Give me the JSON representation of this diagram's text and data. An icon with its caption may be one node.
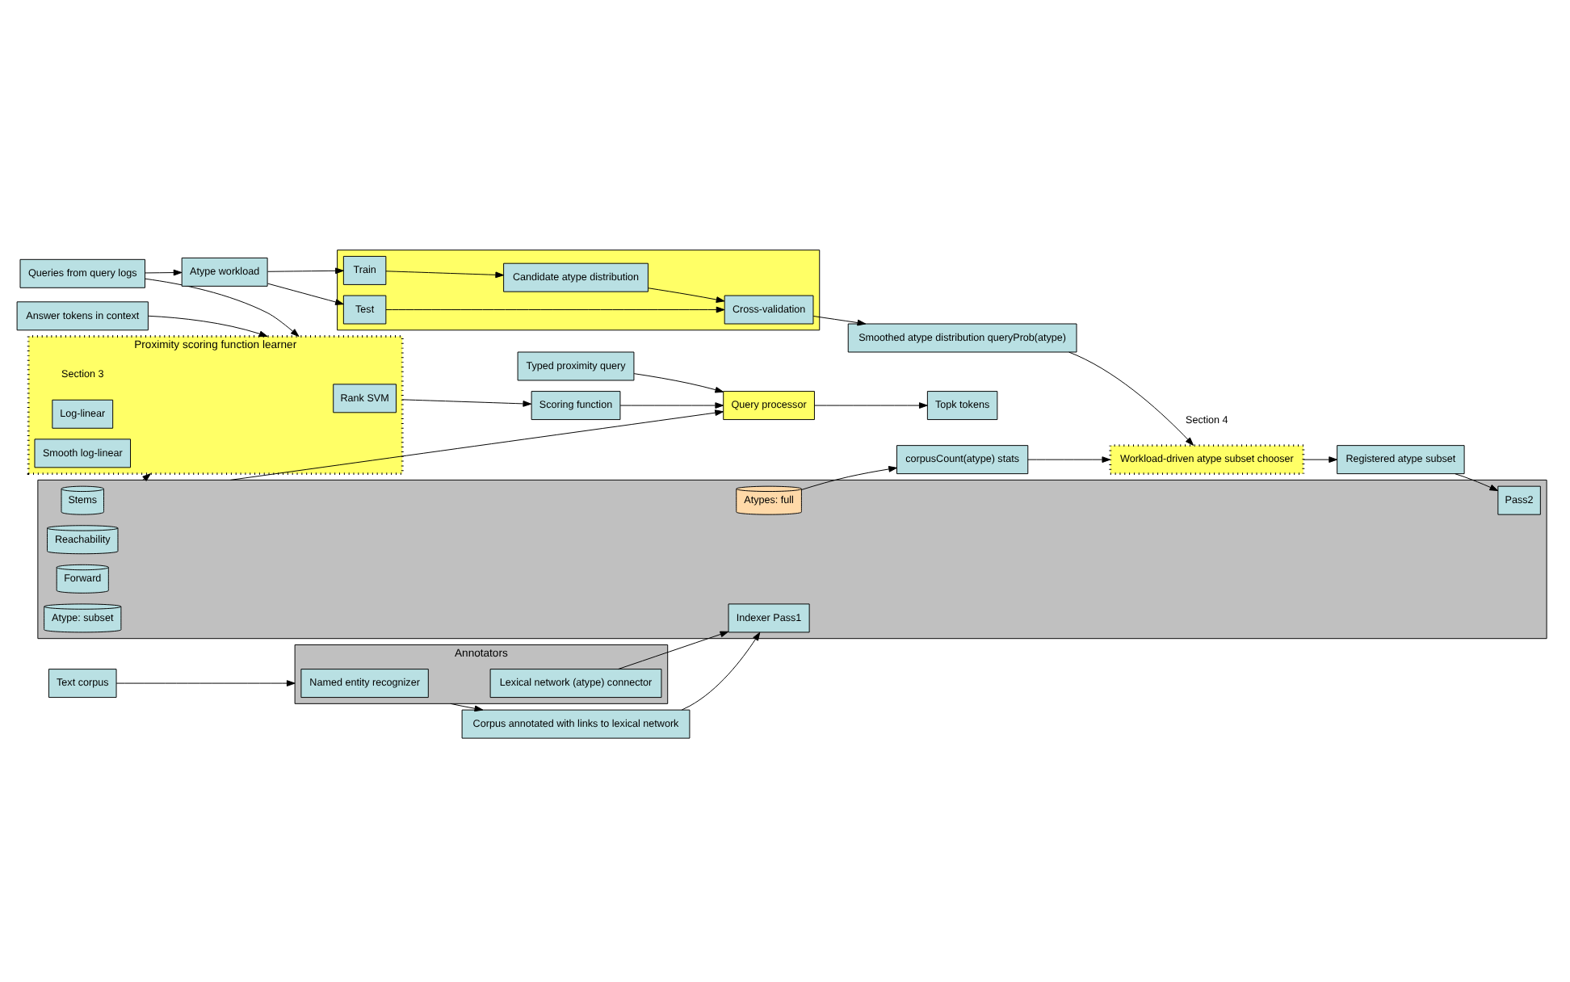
{
  "diagram": {
    "nodes": [
      {
        "text": [
          "Typed proximity query"
        ]
      },
      {
        "text": [
          "Scoring function"
        ]
      },
      {
        "text": [
          "Proximity scoring function learner"
        ],
        "beside": [
          "Section 3"
        ]
      },
      {
        "text": [
          "Rank SVM"
        ],
        "in": 2
      },
      {
        "text": [
          "Log-linear"
        ],
        "in": 2
      },
      {
        "text": [
          "Smooth log-linear"
        ],
        "in": 2
      },
      {
        "text": [
          "Queries from query logs"
        ]
      },
      {
        "text": [
          "Answer tokens in context"
        ]
      },
      {
        "text": [
          "Text corpus"
        ]
      },
      {
        "text": [
          "Atype workload"
        ]
      },
      {
        "text": [],
        "shape": "box"
      },
      {
        "text": [
          "Train"
        ],
        "in": 10
      },
      {
        "text": [
          "Test"
        ],
        "in": 10
      },
      {
        "text": [
          "Candidate atype distribution"
        ],
        "in": 10
      },
      {
        "text": [
          "Cross-validation"
        ],
        "in": 10
      },
      {
        "text": [
          "Annotators"
        ]
      },
      {
        "text": [
          "Named entity recognizer"
        ],
        "in": 15
      },
      {
        "text": [
          "Lexical network (atype) connector"
        ],
        "in": 15
      },
      {
        "text": [
          "Query processor"
        ]
      },
      {
        "text": [],
        "shape": "box"
      },
      {
        "text": [
          "Stems"
        ],
        "in": 19
      },
      {
        "text": [
          "Reachability"
        ],
        "in": 19
      },
      {
        "text": [
          "Forward"
        ],
        "in": 19
      },
      {
        "text": [
          "Atypes: full"
        ],
        "in": 19
      },
      {
        "text": [
          "Atype: subset"
        ],
        "in": 19
      },
      {
        "text": [
          "Indexer Pass1"
        ],
        "in": 19
      },
      {
        "text": [
          "Pass2"
        ],
        "in": 19
      },
      {
        "text": [
          "Topk tokens"
        ]
      },
      {
        "text": [
          "Corpus annotated with links to lexical network"
        ]
      },
      {
        "text": [
          "corpusCount(atype) stats"
        ]
      },
      {
        "text": [
          "Registered atype subset"
        ]
      },
      {
        "text": [
          "Smoothed atype distribution queryProb(atype)"
        ]
      },
      {
        "text": [
          "Workload-driven atype subset chooser"
        ],
        "beside": [
          "Section 4"
        ]
      }
    ],
    "edges": [
      {
        "from": 0,
        "to": 18,
        "arrow": "to"
      },
      {
        "from": 18,
        "to": 27,
        "arrow": "to"
      },
      {
        "from": 2,
        "to": 1,
        "arrow": "to"
      },
      {
        "from": 1,
        "to": 18,
        "arrow": "to"
      },
      {
        "from": 6,
        "to": 2,
        "arrow": "to"
      },
      {
        "from": 7,
        "to": 2,
        "arrow": "to"
      },
      {
        "from": 6,
        "to": 9,
        "arrow": "to"
      },
      {
        "from": 8,
        "to": 15,
        "arrow": "to"
      },
      {
        "from": 9,
        "to": 11,
        "arrow": "to"
      },
      {
        "from": 9,
        "to": 12,
        "arrow": "to"
      },
      {
        "from": 11,
        "to": 13,
        "arrow": "to"
      },
      {
        "from": 12,
        "to": 14,
        "arrow": "to"
      },
      {
        "from": 13,
        "to": 14,
        "arrow": "to"
      },
      {
        "from": 19,
        "to": 2,
        "arrow": "to"
      },
      {
        "from": 19,
        "to": 18,
        "arrow": "to"
      },
      {
        "from": 17,
        "to": 25,
        "arrow": "to"
      },
      {
        "from": 15,
        "to": 28,
        "arrow": "to"
      },
      {
        "from": 28,
        "to": 25,
        "arrow": "to"
      },
      {
        "from": 14,
        "to": 31,
        "arrow": "to"
      },
      {
        "from": 31,
        "to": 32,
        "arrow": "to"
      },
      {
        "from": 23,
        "to": 29,
        "arrow": "to"
      },
      {
        "from": 29,
        "to": 32,
        "arrow": "to"
      },
      {
        "from": 32,
        "to": 30,
        "arrow": "to"
      },
      {
        "from": 30,
        "to": 26,
        "arrow": "to"
      }
    ]
  }
}
